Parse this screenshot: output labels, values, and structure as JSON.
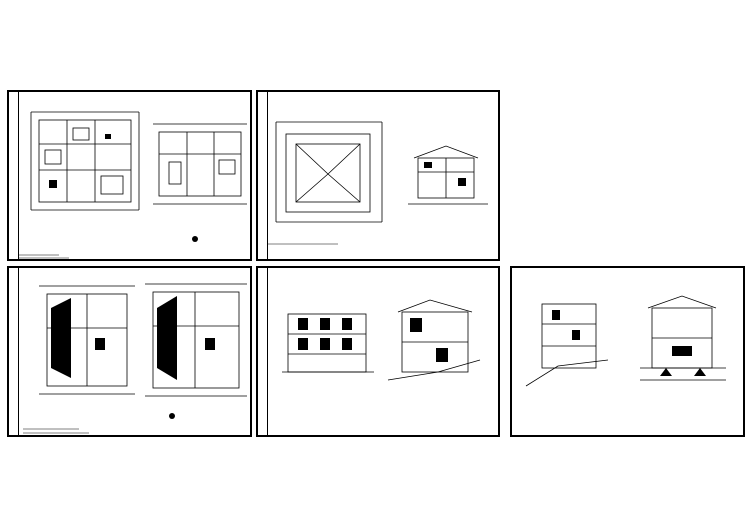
{
  "sheets": [
    {
      "id": "sheet-1",
      "captions": [
        "",
        ""
      ]
    },
    {
      "id": "sheet-2",
      "captions": [
        "",
        ""
      ]
    },
    {
      "id": "sheet-3",
      "captions": [
        "",
        ""
      ]
    },
    {
      "id": "sheet-4",
      "captions": [
        "",
        ""
      ]
    },
    {
      "id": "sheet-5",
      "captions": [
        "",
        ""
      ]
    }
  ],
  "colors": {
    "line": "#000000",
    "background": "#ffffff"
  }
}
